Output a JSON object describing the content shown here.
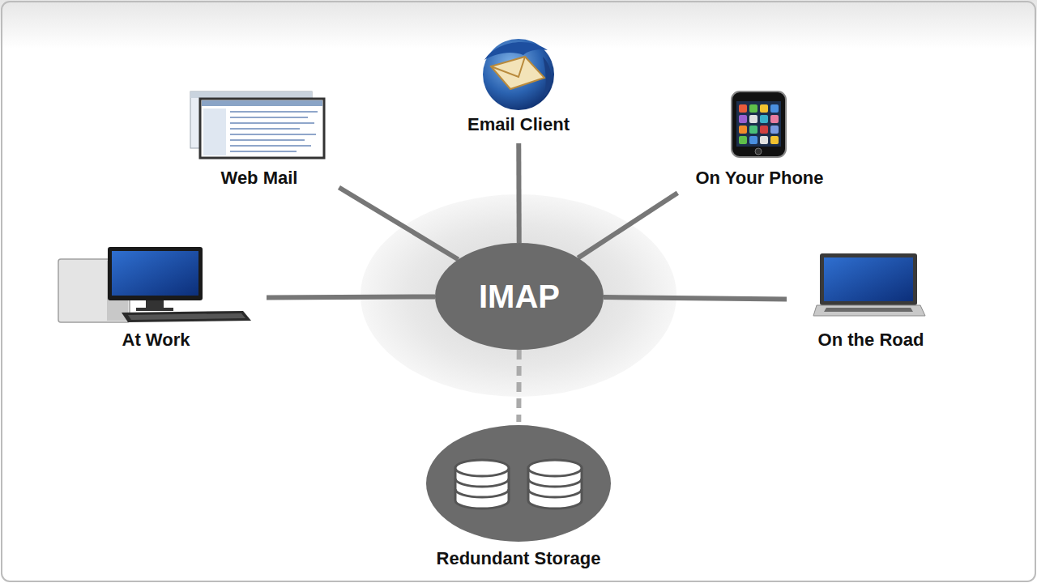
{
  "diagram": {
    "nodes": [
      {
        "text": [
          "Email Client"
        ]
      },
      {
        "text": [
          "Web Mail"
        ]
      },
      {
        "text": [
          "On Your Phone"
        ]
      },
      {
        "text": [
          "At Work"
        ]
      },
      {
        "text": [
          "IMAP"
        ]
      },
      {
        "text": [
          "On the Road"
        ]
      },
      {
        "text": [
          "Redundant Storage"
        ]
      }
    ],
    "edges": [
      {
        "from": 4,
        "to": 0,
        "arrow": "none"
      },
      {
        "from": 4,
        "to": 1,
        "arrow": "none"
      },
      {
        "from": 4,
        "to": 2,
        "arrow": "none"
      },
      {
        "from": 4,
        "to": 3,
        "arrow": "none"
      },
      {
        "from": 4,
        "to": 5,
        "arrow": "none"
      },
      {
        "from": 4,
        "to": 6,
        "arrow": "none"
      }
    ]
  }
}
